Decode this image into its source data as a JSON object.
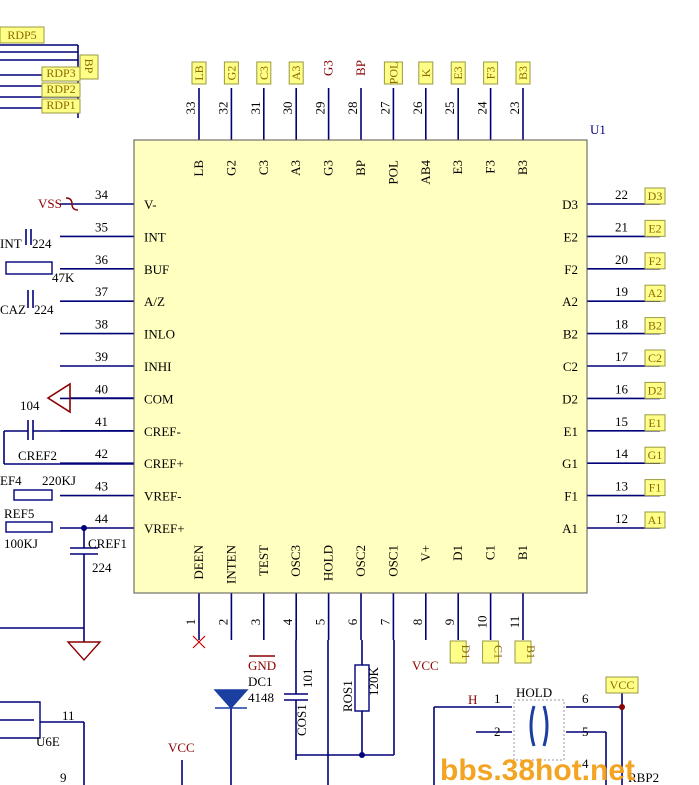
{
  "chip": {
    "ref": "U1",
    "top_pins": [
      {
        "num": "33",
        "name": "LB",
        "net": "LB",
        "net_color": "box"
      },
      {
        "num": "32",
        "name": "G2",
        "net": "G2",
        "net_color": "box"
      },
      {
        "num": "31",
        "name": "C3",
        "net": "C3",
        "net_color": "box"
      },
      {
        "num": "30",
        "name": "A3",
        "net": "A3",
        "net_color": "box"
      },
      {
        "num": "29",
        "name": "G3",
        "net": "G3",
        "net_color": "red"
      },
      {
        "num": "28",
        "name": "BP",
        "net": "BP",
        "net_color": "red"
      },
      {
        "num": "27",
        "name": "POL",
        "net": "POL",
        "net_color": "box"
      },
      {
        "num": "26",
        "name": "AB4",
        "net": "K",
        "net_color": "box"
      },
      {
        "num": "25",
        "name": "E3",
        "net": "E3",
        "net_color": "box"
      },
      {
        "num": "24",
        "name": "F3",
        "net": "F3",
        "net_color": "box"
      },
      {
        "num": "23",
        "name": "B3",
        "net": "B3",
        "net_color": "box"
      }
    ],
    "left_pins": [
      {
        "num": "34",
        "name": "V-"
      },
      {
        "num": "35",
        "name": "INT"
      },
      {
        "num": "36",
        "name": "BUF"
      },
      {
        "num": "37",
        "name": "A/Z"
      },
      {
        "num": "38",
        "name": "INLO"
      },
      {
        "num": "39",
        "name": "INHI"
      },
      {
        "num": "40",
        "name": "COM"
      },
      {
        "num": "41",
        "name": "CREF-"
      },
      {
        "num": "42",
        "name": "CREF+"
      },
      {
        "num": "43",
        "name": "VREF-"
      },
      {
        "num": "44",
        "name": "VREF+"
      }
    ],
    "right_pins": [
      {
        "num": "22",
        "name": "D3",
        "net": "D3"
      },
      {
        "num": "21",
        "name": "E2",
        "net": "E2"
      },
      {
        "num": "20",
        "name": "F2",
        "net": "F2"
      },
      {
        "num": "19",
        "name": "A2",
        "net": "A2"
      },
      {
        "num": "18",
        "name": "B2",
        "net": "B2"
      },
      {
        "num": "17",
        "name": "C2",
        "net": "C2"
      },
      {
        "num": "16",
        "name": "D2",
        "net": "D2"
      },
      {
        "num": "15",
        "name": "E1",
        "net": "E1"
      },
      {
        "num": "14",
        "name": "G1",
        "net": "G1"
      },
      {
        "num": "13",
        "name": "F1",
        "net": "F1"
      },
      {
        "num": "12",
        "name": "A1",
        "net": "A1"
      }
    ],
    "bottom_pins": [
      {
        "num": "1",
        "name": "DEEN"
      },
      {
        "num": "2",
        "name": "INTEN"
      },
      {
        "num": "3",
        "name": "TEST"
      },
      {
        "num": "4",
        "name": "OSC3"
      },
      {
        "num": "5",
        "name": "HOLD"
      },
      {
        "num": "6",
        "name": "OSC2"
      },
      {
        "num": "7",
        "name": "OSC1"
      },
      {
        "num": "8",
        "name": "V+"
      },
      {
        "num": "9",
        "name": "D1",
        "net": "D1"
      },
      {
        "num": "10",
        "name": "C1",
        "net": "C1"
      },
      {
        "num": "11",
        "name": "B1",
        "net": "B1"
      }
    ]
  },
  "left_side": {
    "rdp_labels": [
      "RDP5",
      "RDP3",
      "RDP2",
      "RDP1"
    ],
    "bp_label": "BP",
    "vss_label": "VSS",
    "int_cap_ref": "INT",
    "int_cap_val": "224",
    "buf_res_val": "47K",
    "caz_ref": "CAZ",
    "caz_val": "224",
    "cref_val": "104",
    "cref_ref": "CREF2",
    "ref4_ref": "EF4",
    "ref4_val": "220KJ",
    "ref5_ref": "REF5",
    "ref5_val": "100KJ",
    "cref1_ref": "CREF1",
    "cref1_val": "224",
    "u6e_label": "U6E",
    "u6e_pin_a": "11",
    "u6e_pin_b": "9"
  },
  "bottom_side": {
    "gnd_label": "GND",
    "vcc_label_pin8": "VCC",
    "dc1_ref": "DC1",
    "dc1_val": "4148",
    "cos1_ref": "COS1",
    "cos1_val": "101",
    "ros1_ref": "ROS1",
    "ros1_val": "120K",
    "vcc_label_left": "VCC"
  },
  "hold_switch": {
    "ref": "HOLD",
    "net_h": "H",
    "vcc": "VCC",
    "pins": [
      "1",
      "6",
      "2",
      "5",
      "4"
    ],
    "rbp_ref": "RBP2"
  },
  "watermark": "bbs.38hot.net",
  "colors": {
    "chip_fill": "#ffffc0",
    "wire": "#00007a",
    "net_label_fill": "#ffff88",
    "net_label_text": "#8a6a00",
    "red_text": "#8a0000",
    "diode": "#1a3fa0"
  }
}
